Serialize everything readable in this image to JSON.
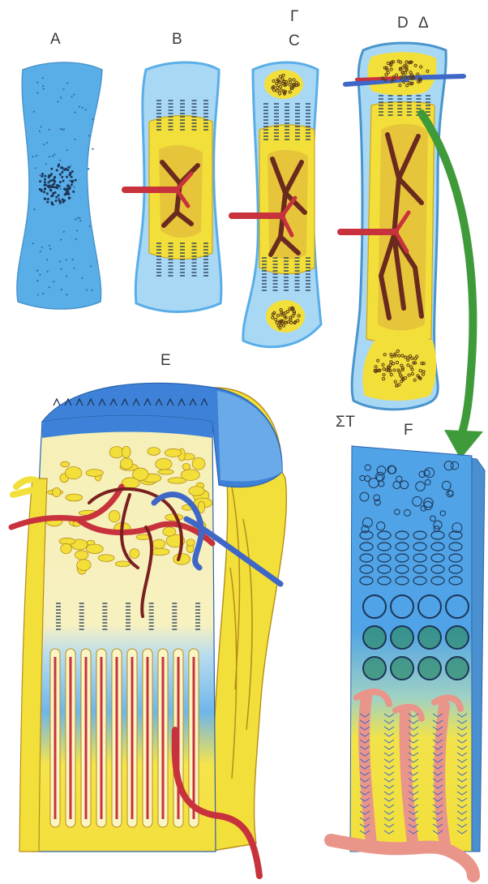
{
  "labels": {
    "a": "A",
    "b": "B",
    "gamma": "Γ",
    "c": "C",
    "d": "D",
    "delta": "Δ",
    "e": "E",
    "st": "ΣΤ",
    "f": "F"
  },
  "colors": {
    "cartilage_blue": "#5aaee8",
    "light_blue": "#a9d8f4",
    "bone_yellow": "#f3df3a",
    "pale_yellow": "#fbf5c4",
    "artery_red": "#c8323c",
    "vein_blue": "#3e67c8",
    "marrow_brown": "#6b2a1e",
    "dot_dark": "#1d3557",
    "arrow_green": "#3f9a3a",
    "vessel_pink": "#e9958a",
    "cell_green": "#2e8a6a"
  }
}
